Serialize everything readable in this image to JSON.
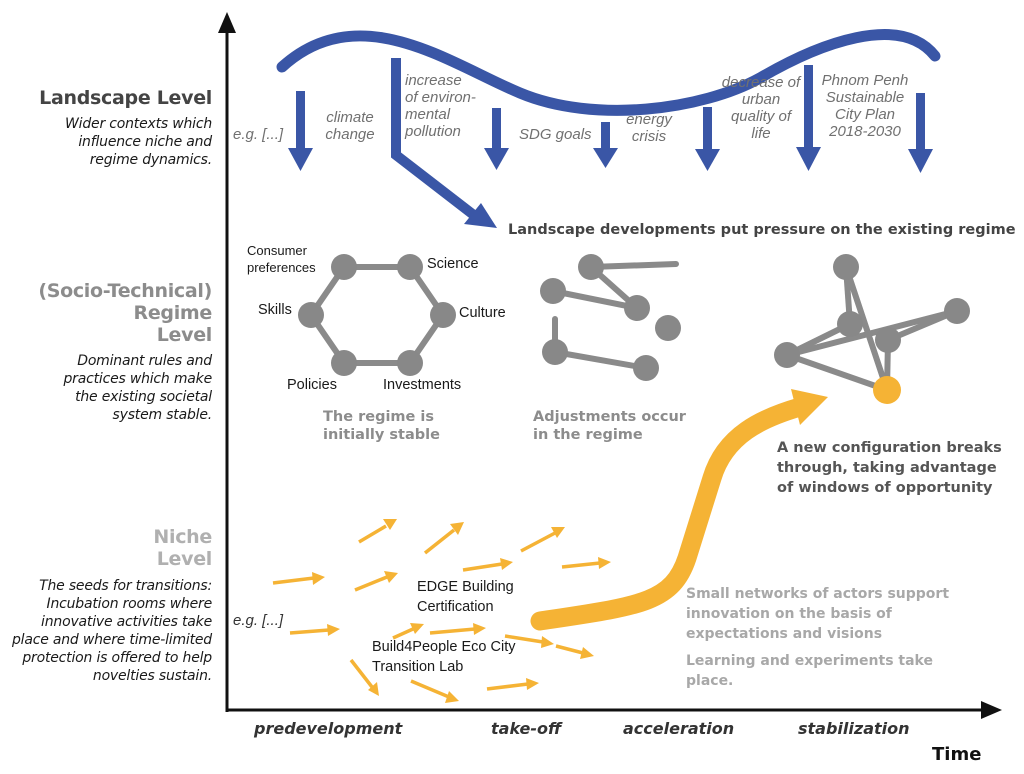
{
  "levels": {
    "landscape": {
      "title": "Landscape Level",
      "desc_lines": [
        "Wider contexts which",
        "influence niche and",
        "regime dynamics."
      ]
    },
    "regime": {
      "title_lines": [
        "(Socio-Technical)",
        "Regime",
        "Level"
      ],
      "desc_lines": [
        "Dominant rules and",
        "practices which make",
        "the existing societal",
        "system stable."
      ]
    },
    "niche": {
      "title_lines": [
        "Niche",
        "Level"
      ],
      "desc_lines": [
        "The seeds for transitions:",
        "Incubation rooms where",
        "innovative activities take",
        "place and where time-limited",
        "protection is offered to help",
        "novelties sustain."
      ]
    }
  },
  "landscape_labels": {
    "eg": "e.g.  [...]",
    "climate_change": [
      "climate",
      "change"
    ],
    "environmental_pollution": [
      "increase",
      "of environ-",
      "mental",
      "pollution"
    ],
    "sdg_goals": "SDG goals",
    "energy_crisis": [
      "energy",
      "crisis"
    ],
    "urban_quality": [
      "decrease of",
      "urban",
      "quality of",
      "life"
    ],
    "phnom_penh_plan": [
      "Phnom Penh",
      "Sustainable",
      "City Plan",
      "2018-2030"
    ]
  },
  "pressure_caption": "Landscape developments put pressure on the existing regime",
  "regime_nodes": {
    "consumer_preferences": [
      "Consumer",
      "preferences"
    ],
    "science": "Science",
    "skills": "Skills",
    "culture": "Culture",
    "policies": "Policies",
    "investments": "Investments"
  },
  "regime_captions": {
    "stable": [
      "The regime is",
      "initially stable"
    ],
    "adjustments": [
      "Adjustments occur",
      "in the regime"
    ],
    "breakthrough": [
      "A new configuration breaks",
      "through, taking advantage",
      "of windows of opportunity"
    ]
  },
  "niche_labels": {
    "eg": "e.g.  [...]",
    "edge": [
      "EDGE Building",
      "Certification"
    ],
    "build4people": [
      "Build4People Eco City",
      "Transition Lab"
    ]
  },
  "niche_captions": {
    "networks": [
      "Small networks of actors support",
      "innovation on the basis of",
      "expectations and visions"
    ],
    "learning": [
      "Learning and experiments take",
      "place."
    ]
  },
  "x_axis": {
    "label": "Time",
    "phases": {
      "predevelopment": "predevelopment",
      "take_off": "take-off",
      "acceleration": "acceleration",
      "stabilization": "stabilization"
    }
  },
  "colors": {
    "landscape_blue": "#3a56a6",
    "niche_orange": "#f5b335",
    "node_grey": "#888888",
    "link_grey": "#8a8a8a",
    "axis": "#111111"
  }
}
